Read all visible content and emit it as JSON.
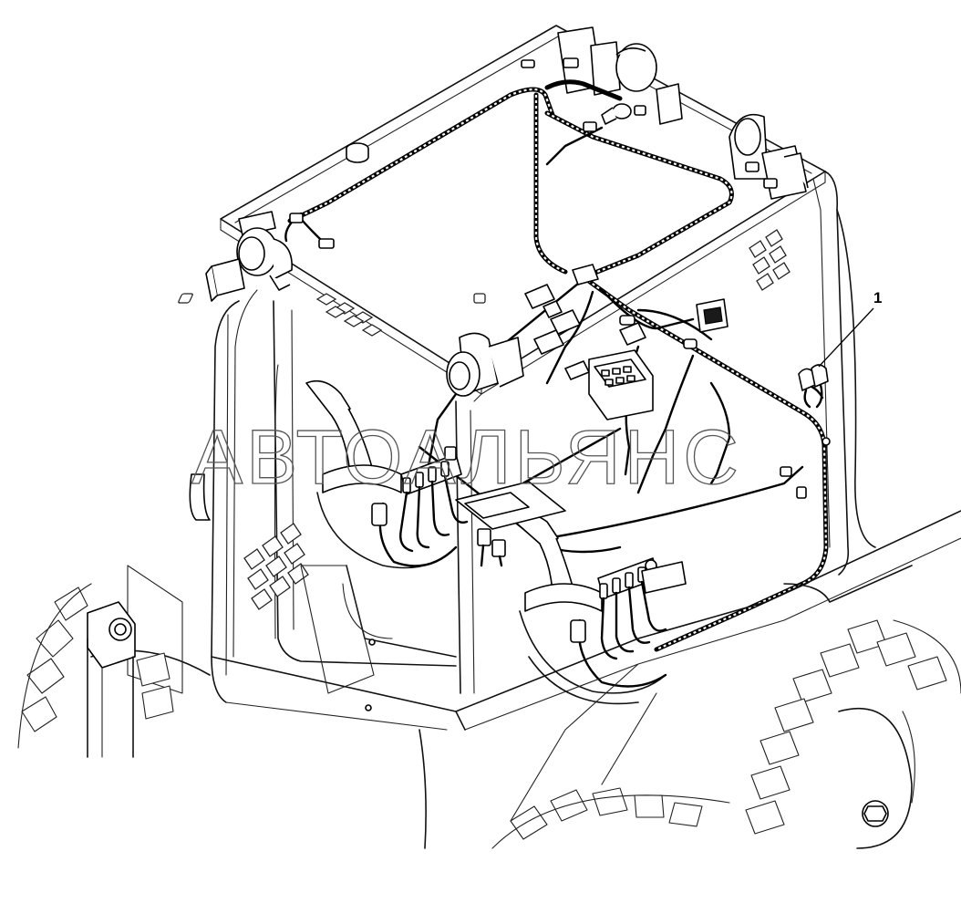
{
  "diagram": {
    "callouts": [
      {
        "label": "1",
        "target": "connector-pair-right"
      }
    ],
    "watermark": "АВТОАЛЬЯНС"
  }
}
